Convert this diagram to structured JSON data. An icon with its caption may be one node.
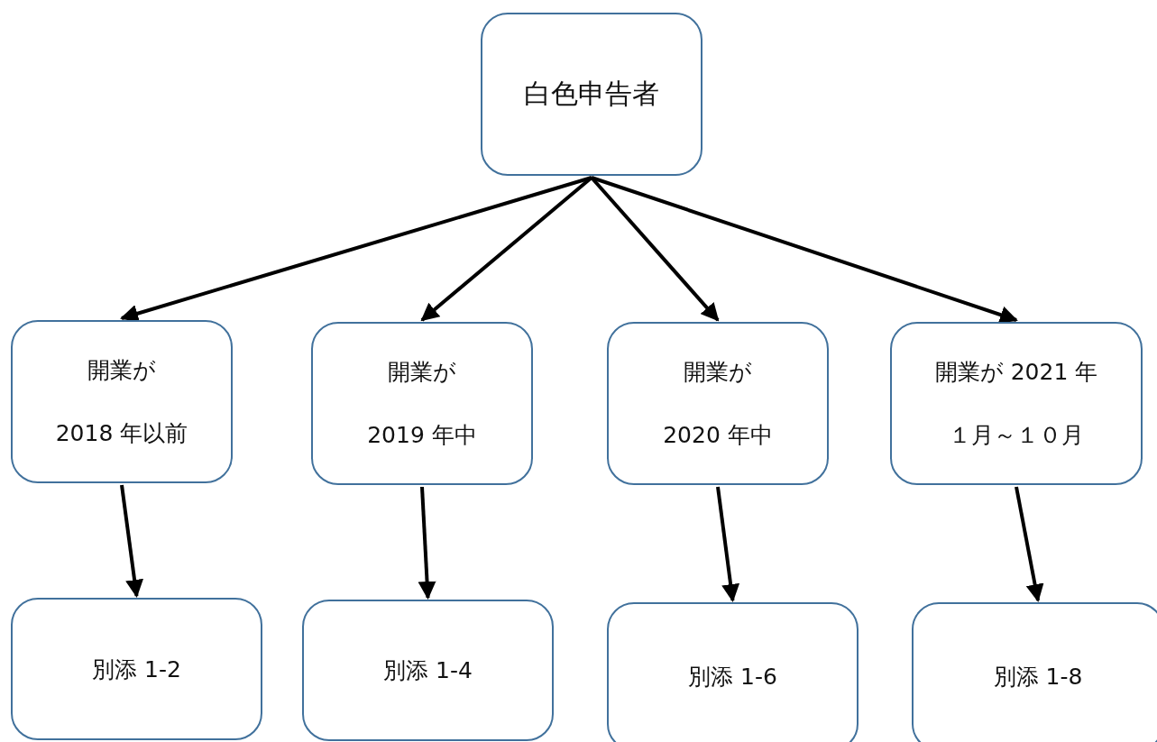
{
  "diagram": {
    "nodes": [
      {
        "text": [
          "白色申告者"
        ]
      },
      {
        "text": [
          "開業が",
          "2018 年以前"
        ]
      },
      {
        "text": [
          "開業が",
          "2019 年中"
        ]
      },
      {
        "text": [
          "開業が",
          "2020 年中"
        ]
      },
      {
        "text": [
          "開業が 2021 年",
          "１月～１０月"
        ]
      },
      {
        "text": [
          "別添 1-2"
        ]
      },
      {
        "text": [
          "別添 1-4"
        ]
      },
      {
        "text": [
          "別添 1-6"
        ]
      },
      {
        "text": [
          "別添 1-8"
        ]
      }
    ],
    "edges": [
      {
        "from": 0,
        "to": 1,
        "arrow": "to"
      },
      {
        "from": 0,
        "to": 2,
        "arrow": "to"
      },
      {
        "from": 0,
        "to": 3,
        "arrow": "to"
      },
      {
        "from": 0,
        "to": 4,
        "arrow": "to"
      },
      {
        "from": 1,
        "to": 5,
        "arrow": "to"
      },
      {
        "from": 2,
        "to": 6,
        "arrow": "to"
      },
      {
        "from": 3,
        "to": 7,
        "arrow": "to"
      },
      {
        "from": 4,
        "to": 8,
        "arrow": "to"
      }
    ]
  }
}
